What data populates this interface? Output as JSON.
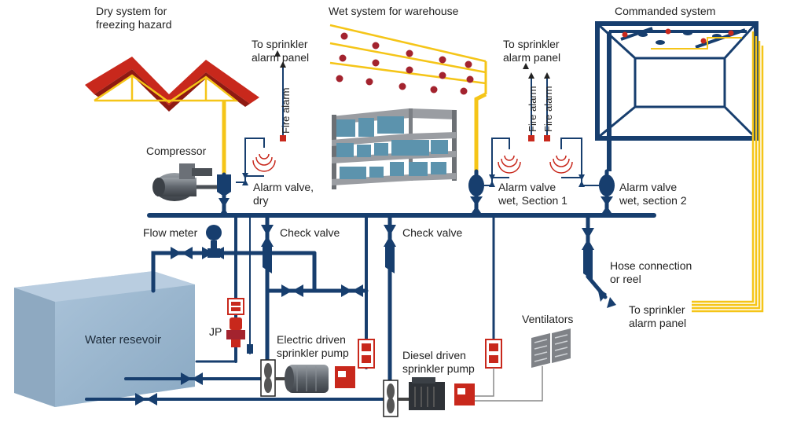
{
  "labels": {
    "dry_system": "Dry system for\nfreezing hazard",
    "wet_system": "Wet system for warehouse",
    "commanded_system": "Commanded system",
    "to_panel": "To sprinkler\nalarm panel",
    "fire_alarm": "Fire alarm",
    "compressor": "Compressor",
    "alarm_valve_dry": "Alarm valve,\ndry",
    "alarm_valve_wet1": "Alarm valve\nwet, Section 1",
    "alarm_valve_wet2": "Alarm valve\nwet, section 2",
    "flow_meter": "Flow meter",
    "check_valve": "Check valve",
    "hose_connection": "Hose connection\nor reel",
    "jp": "JP",
    "water_reservoir": "Water resevoir",
    "electric_pump": "Electric driven\nsprinkler pump",
    "diesel_pump": "Diesel driven\nsprinkler pump",
    "ventilators": "Ventilators"
  },
  "colors": {
    "pipe": "#173e6e",
    "sensor_line": "#f5c518",
    "roof": "#c8281c",
    "tank": "#9bb7cf",
    "alarm_red": "#c8281c",
    "motor": "#6b7077",
    "rack": "#7f8287",
    "box": "#5c93ad"
  }
}
